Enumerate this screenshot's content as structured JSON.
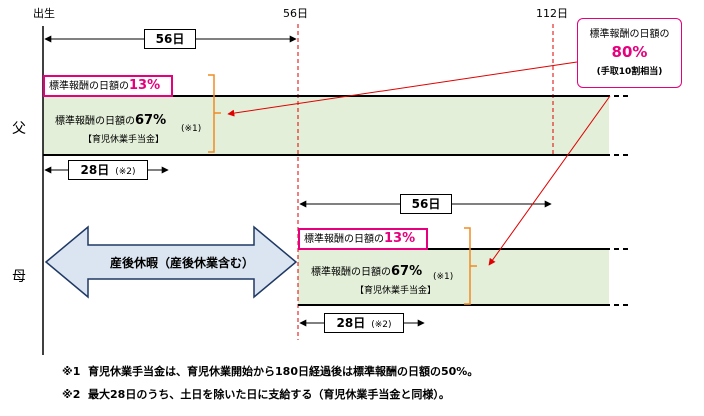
{
  "axis": {
    "birth": "出生",
    "day56": "56日",
    "day112": "112日"
  },
  "rows": {
    "father": "父",
    "mother": "母"
  },
  "father": {
    "span_label": "56日",
    "rate_13": {
      "prefix": "標準報酬の日額の",
      "value": "13%"
    },
    "rate_67": {
      "prefix": "標準報酬の日額の",
      "value": "67%"
    },
    "benefit": "【育児休業手当金】",
    "note1": "(※1)",
    "days28": {
      "value": "28日",
      "note": "(※2)"
    }
  },
  "mother": {
    "maternity_leave": "産後休暇（産後休業含む）",
    "span_label": "56日",
    "rate_13": {
      "prefix": "標準報酬の日額の",
      "value": "13%"
    },
    "rate_67": {
      "prefix": "標準報酬の日額の",
      "value": "67%"
    },
    "benefit": "【育児休業手当金】",
    "note1": "(※1)",
    "days28": {
      "value": "28日",
      "note": "(※2)"
    }
  },
  "callout": {
    "line1": "標準報酬の日額の",
    "line2": "80%",
    "line3": "(手取10割相当)"
  },
  "footnotes": [
    {
      "mark": "※1",
      "text": "育児休業手当金は、育児休業開始から180日経過後は標準報酬の日額の50%。"
    },
    {
      "mark": "※2",
      "text": "最大28日のうち、土日を除いた日に支給する（育児休業手当金と同様）。"
    }
  ],
  "colors": {
    "accent": "#e6007e",
    "band": "#e3efd9",
    "bracket": "#f08c22",
    "arrow_fill": "#dbe5f1",
    "arrow_stroke": "#1f3864",
    "dash": "#e00000"
  }
}
